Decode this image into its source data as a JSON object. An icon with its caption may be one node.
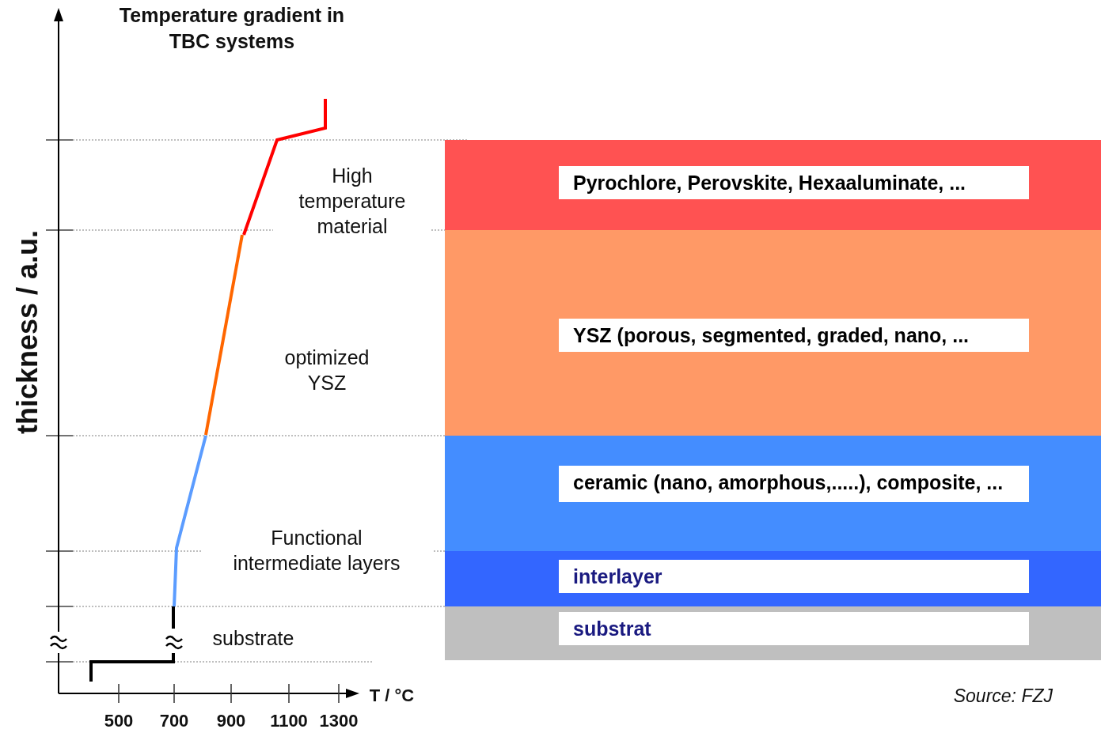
{
  "diagram": {
    "title": "Temperature gradient in TBC systems",
    "caption": "Source: FZJ",
    "nodes": [
      {
        "text": [],
        "shape": "band"
      },
      {
        "text": [
          "Pyrochlore, Perovskite, Hexaaluminate, ..."
        ],
        "in": 0
      },
      {
        "text": [],
        "shape": "band"
      },
      {
        "text": [
          "YSZ (porous, segmented, graded, nano, ..."
        ],
        "in": 2
      },
      {
        "text": [],
        "shape": "band"
      },
      {
        "text": [
          "ceramic (nano, amorphous,.....), composite, ..."
        ],
        "in": 4
      },
      {
        "text": [],
        "shape": "band"
      },
      {
        "text": [
          "interlayer"
        ],
        "in": 6
      },
      {
        "text": [],
        "shape": "band"
      },
      {
        "text": [
          "substrat"
        ],
        "in": 8
      }
    ],
    "edges": [],
    "labels": [
      "thickness / a.u.",
      "High temperature material",
      "optimized YSZ",
      "Functional intermediate layers",
      "substrate",
      "T / °C",
      "500",
      "700",
      "900",
      "1100",
      "1300"
    ]
  }
}
